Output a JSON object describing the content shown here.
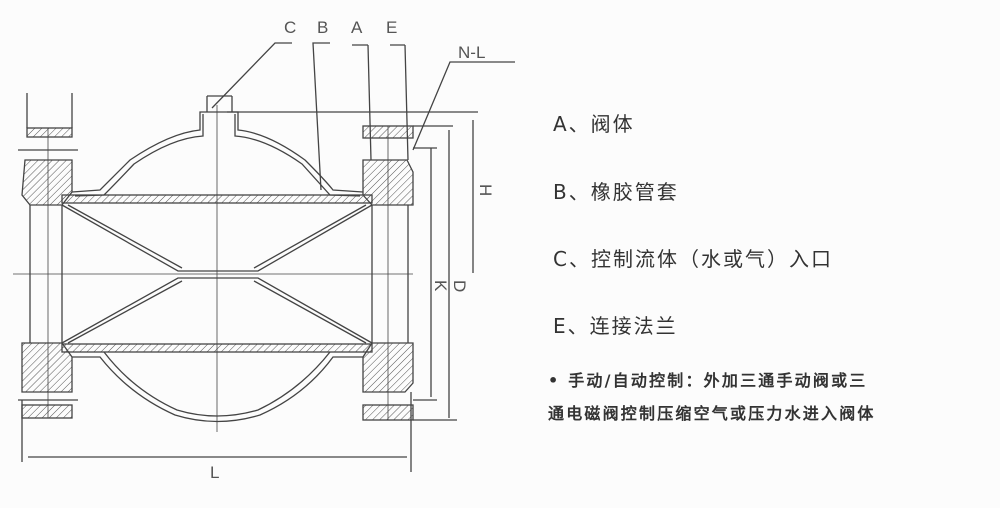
{
  "diagram": {
    "part_labels": {
      "c": "C",
      "b": "B",
      "a": "A",
      "e": "E",
      "nl": "N-L"
    },
    "dimension_labels": {
      "length": "L",
      "height": "H",
      "outer_diameter": "D",
      "bolt_circle": "K"
    }
  },
  "legend": [
    {
      "label": "A、阀体"
    },
    {
      "label": "B、橡胶管套"
    },
    {
      "label": "C、控制流体（水或气）入口"
    },
    {
      "label": "E、连接法兰"
    }
  ],
  "note": {
    "bullet": "•",
    "line1": "手动/自动控制：外加三通手动阀或三",
    "line2": "通电磁阀控制压缩空气或压力水进入阀体"
  },
  "colors": {
    "line": "#444444",
    "text": "#333333",
    "background": "#fcfcfc"
  }
}
